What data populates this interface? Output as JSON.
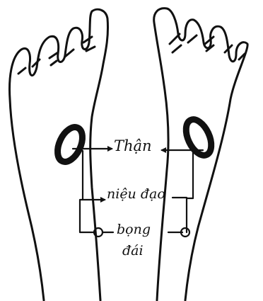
{
  "labels": {
    "kidney": "Thận",
    "urethra": "niệu đạo",
    "bladder_line1": "bọng",
    "bladder_line2": "đái"
  },
  "colors": {
    "ink": "#111111",
    "background": "#ffffff"
  }
}
